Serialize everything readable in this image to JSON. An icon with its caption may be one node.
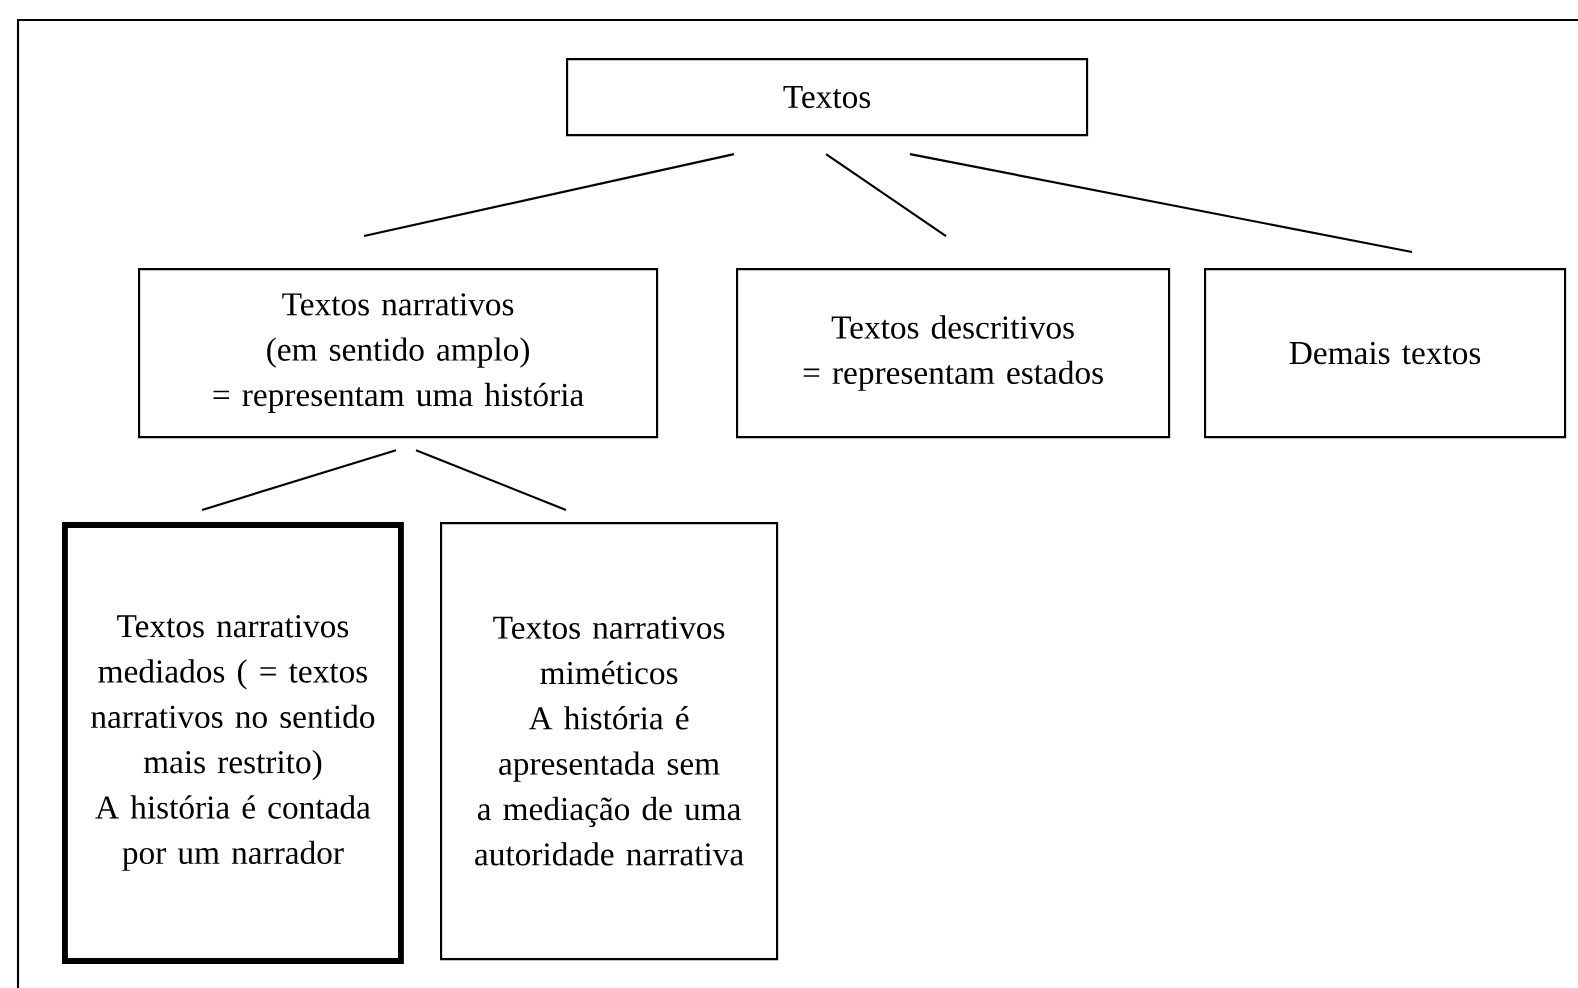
{
  "diagram": {
    "nodes": [
      {
        "text": [
          "Textos"
        ]
      },
      {
        "text": [
          "Textos narrativos (em sentido amplo)",
          "= representam uma história"
        ]
      },
      {
        "text": [
          "Textos descritivos",
          "= representam estados"
        ]
      },
      {
        "text": [
          "Demais textos"
        ]
      },
      {
        "text": [
          "Textos narrativos mediados ( = textos narrativos no sentido mais restrito)",
          "A história é contada por um narrador"
        ]
      },
      {
        "text": [
          "Textos narrativos miméticos",
          "A história é apresentada sem a mediação de uma autoridade narrativa"
        ]
      }
    ],
    "edges": [
      {
        "from": 0,
        "to": 1,
        "arrow": "none"
      },
      {
        "from": 0,
        "to": 2,
        "arrow": "none"
      },
      {
        "from": 0,
        "to": 3,
        "arrow": "none"
      },
      {
        "from": 1,
        "to": 4,
        "arrow": "none"
      },
      {
        "from": 1,
        "to": 5,
        "arrow": "none"
      }
    ]
  }
}
